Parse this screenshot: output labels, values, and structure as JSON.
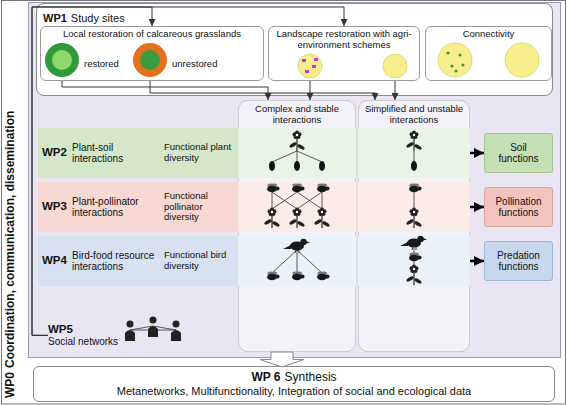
{
  "diagram": {
    "nodes": [
      {
        "text": [
          "WP0",
          "Coordination, communication, dissemination"
        ]
      },
      {
        "text": [
          "WP1",
          "Study sites"
        ],
        "in": 0
      },
      {
        "text": [
          "Local restoration of calcareous grasslands"
        ],
        "in": 1
      },
      {
        "text": [
          "Landscape restoration with agri-environment schemes"
        ],
        "in": 1
      },
      {
        "text": [
          "Connectivity"
        ],
        "in": 1
      },
      {
        "text": [
          "Complex and stable interactions"
        ],
        "in": 0
      },
      {
        "text": [
          "Simplified and unstable interactions"
        ],
        "in": 0
      },
      {
        "text": [
          "WP2",
          "Plant-soil interactions",
          "Functional plant diversity"
        ],
        "in": 0
      },
      {
        "text": [
          "Soil functions"
        ],
        "in": 0
      },
      {
        "text": [
          "WP3",
          "Plant-pollinator interactions",
          "Functional pollinator diversity"
        ],
        "in": 0
      },
      {
        "text": [
          "Pollination functions"
        ],
        "in": 0
      },
      {
        "text": [
          "WP4",
          "Bird-food resource interactions",
          "Functional bird diversity"
        ],
        "in": 0
      },
      {
        "text": [
          "Predation functions"
        ],
        "in": 0
      },
      {
        "text": [
          "WP5",
          "Social networks"
        ],
        "in": 0
      },
      {
        "text": [
          "WP 6",
          "Synthesis",
          "Metanetworks, Multifunctionality, Integration of social and ecological data"
        ]
      }
    ],
    "edges": [
      {
        "from": 13,
        "to": 2,
        "arrow": "to"
      },
      {
        "from": 13,
        "to": 3,
        "arrow": "to"
      },
      {
        "from": 2,
        "to": 5,
        "arrow": "to"
      },
      {
        "from": 2,
        "to": 6,
        "arrow": "to"
      },
      {
        "from": 3,
        "to": 5,
        "arrow": "to"
      },
      {
        "from": 3,
        "to": 6,
        "arrow": "to"
      },
      {
        "from": 7,
        "to": 8,
        "arrow": "to"
      },
      {
        "from": 9,
        "to": 10,
        "arrow": "to"
      },
      {
        "from": 11,
        "to": 12,
        "arrow": "to"
      },
      {
        "from": 0,
        "to": 14,
        "arrow": "to"
      }
    ],
    "labels": [
      "restored",
      "unrestored"
    ]
  }
}
